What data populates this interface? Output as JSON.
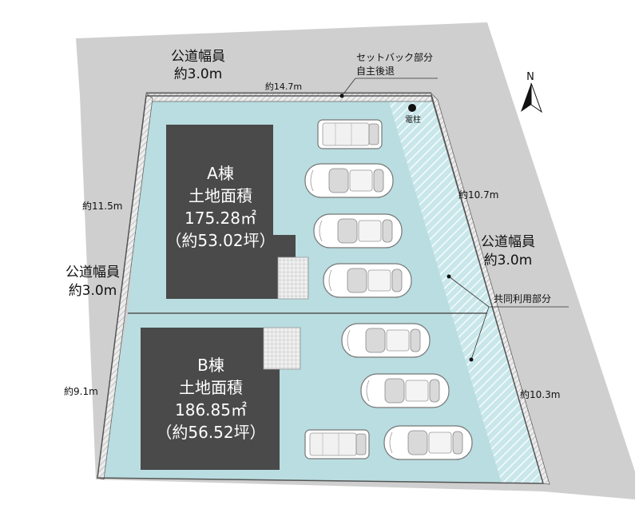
{
  "roads": {
    "north": {
      "label": "公道幅員",
      "width": "約3.0m"
    },
    "west": {
      "label": "公道幅員",
      "width": "約3.0m"
    },
    "east": {
      "label": "公道幅員",
      "width": "約3.0m"
    }
  },
  "setback": {
    "line1": "セットバック部分",
    "line2": "自主後退"
  },
  "shared": {
    "label": "共同利用部分"
  },
  "pole": {
    "label": "電柱"
  },
  "compass": {
    "label": "N"
  },
  "dimensions": {
    "north": "約14.7m",
    "west_a": "約11.5m",
    "west_b": "約9.1m",
    "east_a": "約10.7m",
    "east_b": "約10.3m"
  },
  "buildings": {
    "a": {
      "name": "A棟",
      "area_label": "土地面積",
      "area": "175.28㎡",
      "tsubo": "（約53.02坪）"
    },
    "b": {
      "name": "B棟",
      "area_label": "土地面積",
      "area": "186.85㎡",
      "tsubo": "（約56.52坪）"
    }
  },
  "colors": {
    "road": "#cfcfcf",
    "lot": "#b9dde0",
    "building": "#4a4a4a",
    "hatch": "#9fd1d6"
  }
}
